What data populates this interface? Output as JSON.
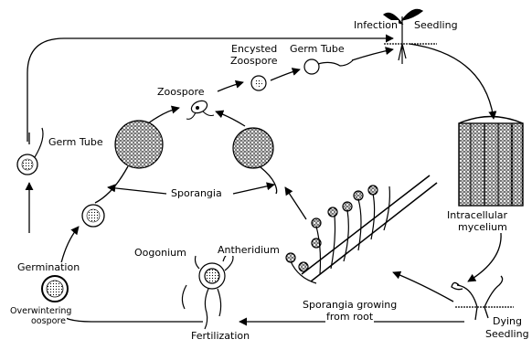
{
  "diagram": {
    "labels": {
      "infection": "Infection",
      "seedling": "Seedling",
      "encysted_zoospore_1": "Encysted",
      "encysted_zoospore_2": "Zoospore",
      "germ_tube_top": "Germ Tube",
      "zoospore": "Zoospore",
      "germ_tube_left": "Germ Tube",
      "sporangia": "Sporangia",
      "intracellular_1": "Intracellular",
      "intracellular_2": "mycelium",
      "oogonium": "Oogonium",
      "antheridium": "Antheridium",
      "germination": "Germination",
      "overwintering_1": "Overwintering",
      "overwintering_2": "oospore",
      "sporangia_root_1": "Sporangia growing",
      "sporangia_root_2": "from root",
      "dying_1": "Dying",
      "dying_2": "Seedling",
      "fertilization": "Fertilization"
    }
  }
}
